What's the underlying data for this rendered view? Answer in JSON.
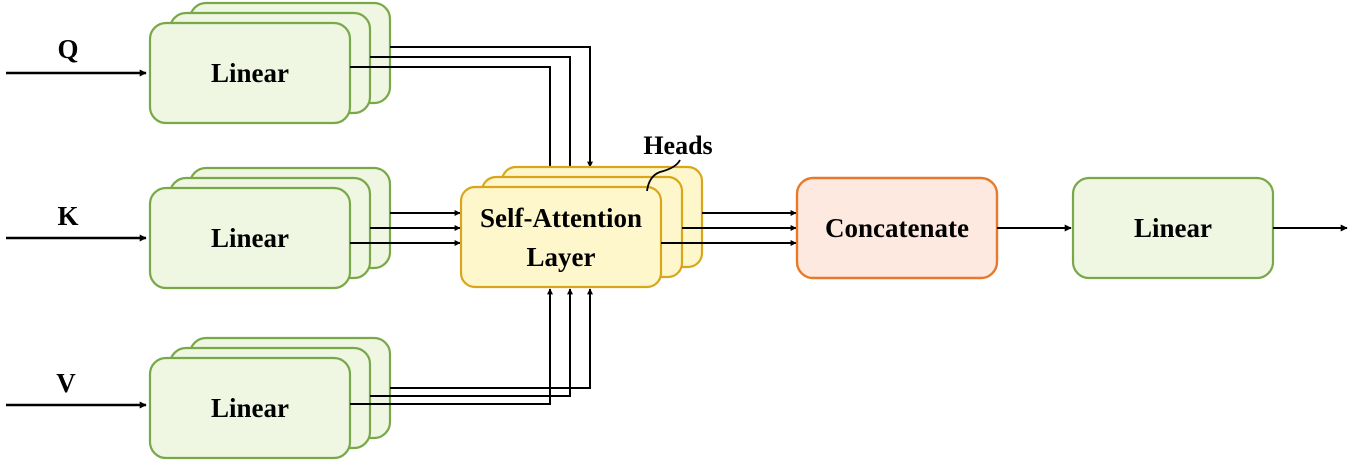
{
  "inputs": [
    {
      "label": "Q"
    },
    {
      "label": "K"
    },
    {
      "label": "V"
    }
  ],
  "linear_blocks": [
    {
      "label": "Linear"
    },
    {
      "label": "Linear"
    },
    {
      "label": "Linear"
    }
  ],
  "attention": {
    "line1": "Self-Attention",
    "line2": "Layer"
  },
  "heads_label": "Heads",
  "concat": {
    "label": "Concatenate"
  },
  "final_linear": {
    "label": "Linear"
  },
  "colors": {
    "linear_fill": "#eff6e2",
    "linear_stroke": "#78a848",
    "attention_fill": "#fff7cc",
    "attention_stroke": "#d9a619",
    "concat_fill": "#fde9df",
    "concat_stroke": "#e6792a",
    "arrow": "#000000"
  }
}
